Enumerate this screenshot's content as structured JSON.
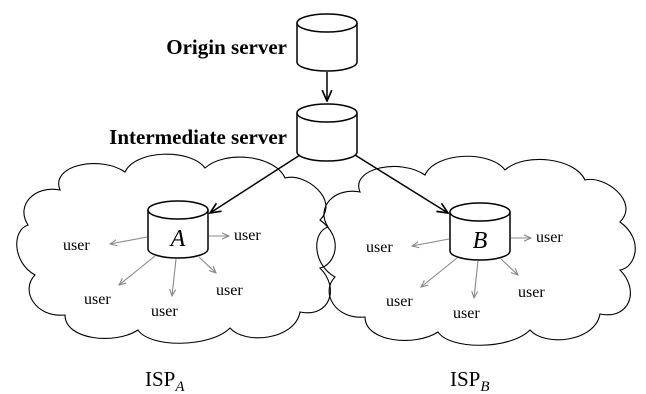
{
  "servers": {
    "origin_label": "Origin server",
    "intermediate_label": "Intermediate server"
  },
  "isp_a": {
    "cache_label": "A",
    "isp_name": "ISP",
    "isp_subscript": "A",
    "users": [
      "user",
      "user",
      "user",
      "user",
      "user"
    ]
  },
  "isp_b": {
    "cache_label": "B",
    "isp_name": "ISP",
    "isp_subscript": "B",
    "users": [
      "user",
      "user",
      "user",
      "user",
      "user"
    ]
  },
  "colors": {
    "main_edge": "#000000",
    "user_edge": "#888888"
  }
}
